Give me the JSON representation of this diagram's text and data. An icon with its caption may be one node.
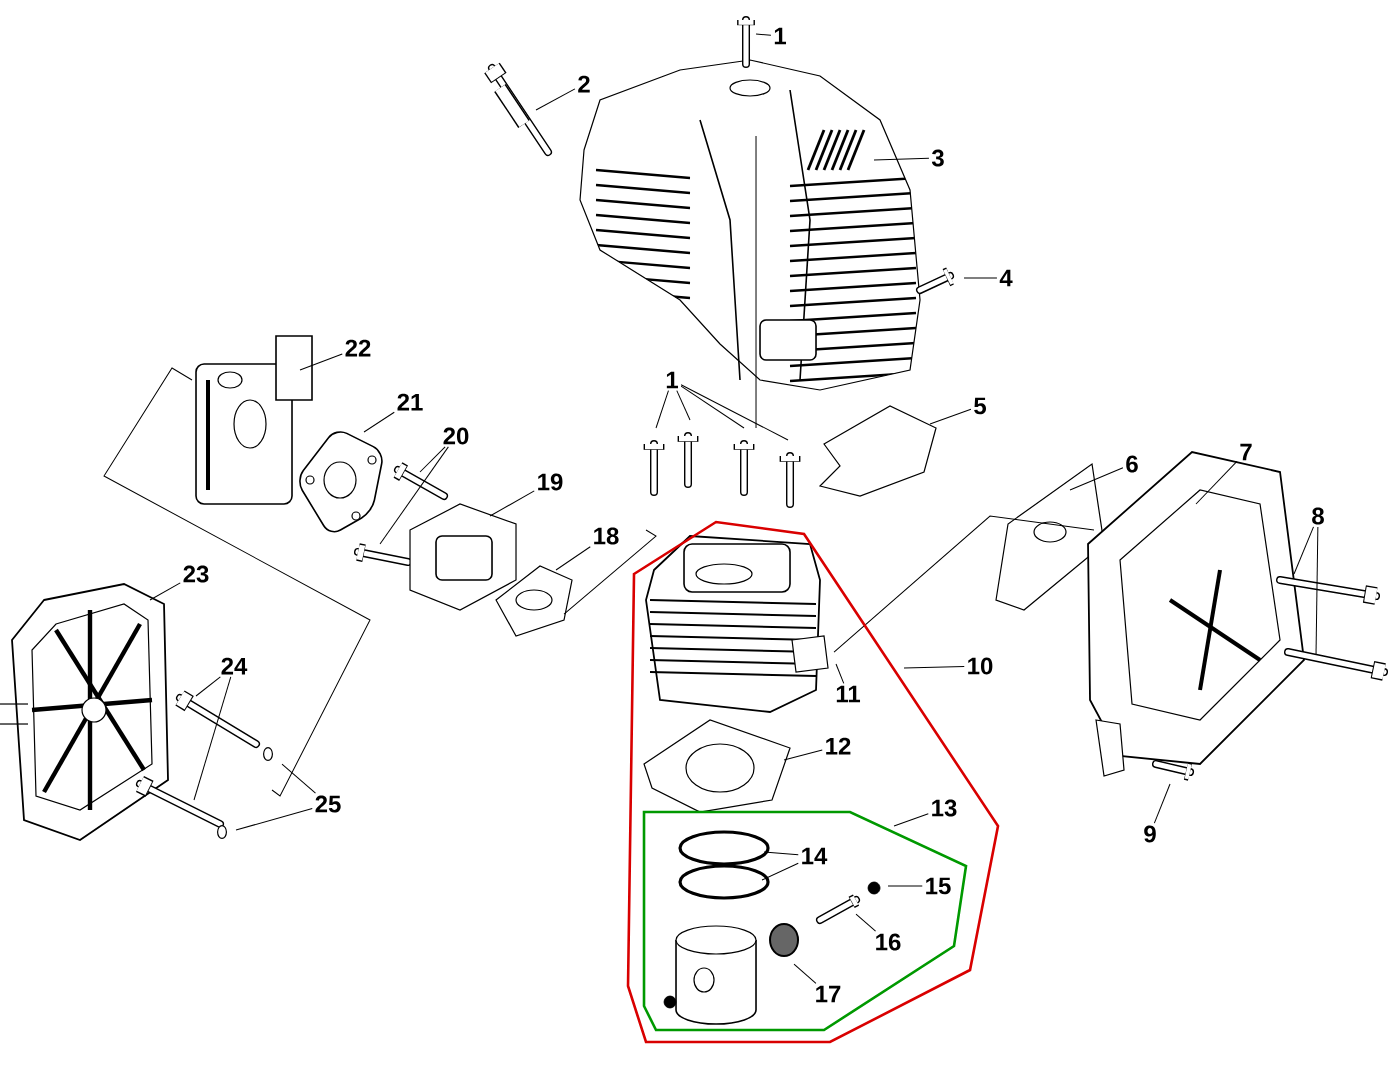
{
  "diagram": {
    "nodes": [
      {
        "text": [
          "1"
        ]
      },
      {
        "text": [
          "2"
        ]
      },
      {
        "text": [
          "3"
        ]
      },
      {
        "text": [
          "4"
        ]
      },
      {
        "text": [
          "22"
        ]
      },
      {
        "text": [
          "1"
        ]
      },
      {
        "text": [
          "21"
        ]
      },
      {
        "text": [
          "5"
        ]
      },
      {
        "text": [
          "20"
        ]
      },
      {
        "text": [
          "6"
        ]
      },
      {
        "text": [
          "7"
        ]
      },
      {
        "text": [
          "19"
        ]
      },
      {
        "text": [
          "8"
        ]
      },
      {
        "text": [
          "18"
        ]
      },
      {
        "text": [
          "23"
        ]
      },
      {
        "text": [],
        "shape": "polygon"
      },
      {
        "text": [
          "11"
        ],
        "in": 15
      },
      {
        "text": [
          "12"
        ],
        "in": 15
      },
      {
        "text": [],
        "shape": "polygon",
        "in": 15
      },
      {
        "text": [
          "14"
        ],
        "in": 18
      },
      {
        "text": [
          "15"
        ],
        "in": 18
      },
      {
        "text": [
          "16"
        ],
        "in": 18
      },
      {
        "text": [
          "17"
        ],
        "in": 18
      },
      {
        "text": [
          "24"
        ]
      },
      {
        "text": [
          "10"
        ]
      },
      {
        "text": [
          "13"
        ],
        "in": 15
      },
      {
        "text": [
          "25"
        ]
      },
      {
        "text": [
          "9"
        ]
      }
    ],
    "edges": [
      {
        "from": 0,
        "to": null,
        "arrow": "none"
      },
      {
        "from": 1,
        "to": null,
        "arrow": "none"
      },
      {
        "from": 2,
        "to": null,
        "arrow": "none"
      },
      {
        "from": 3,
        "to": null,
        "arrow": "none"
      },
      {
        "from": 4,
        "to": null,
        "arrow": "none"
      },
      {
        "from": 5,
        "to": null,
        "arrow": "none"
      },
      {
        "from": 5,
        "to": null,
        "arrow": "none"
      },
      {
        "from": 5,
        "to": null,
        "arrow": "none"
      },
      {
        "from": 5,
        "to": null,
        "arrow": "none"
      },
      {
        "from": 6,
        "to": null,
        "arrow": "none"
      },
      {
        "from": 7,
        "to": null,
        "arrow": "none"
      },
      {
        "from": 8,
        "to": null,
        "arrow": "none"
      },
      {
        "from": 8,
        "to": null,
        "arrow": "none"
      },
      {
        "from": 9,
        "to": null,
        "arrow": "none"
      },
      {
        "from": 10,
        "to": null,
        "arrow": "none"
      },
      {
        "from": 11,
        "to": null,
        "arrow": "none"
      },
      {
        "from": 12,
        "to": null,
        "arrow": "none"
      },
      {
        "from": 12,
        "to": null,
        "arrow": "none"
      },
      {
        "from": 13,
        "to": null,
        "arrow": "none"
      },
      {
        "from": 14,
        "to": null,
        "arrow": "none"
      },
      {
        "from": 16,
        "to": null,
        "arrow": "none"
      },
      {
        "from": 17,
        "to": null,
        "arrow": "none"
      },
      {
        "from": 19,
        "to": null,
        "arrow": "none"
      },
      {
        "from": 19,
        "to": null,
        "arrow": "none"
      },
      {
        "from": 20,
        "to": null,
        "arrow": "none"
      },
      {
        "from": 21,
        "to": null,
        "arrow": "none"
      },
      {
        "from": 22,
        "to": null,
        "arrow": "none"
      },
      {
        "from": 23,
        "to": null,
        "arrow": "none"
      },
      {
        "from": 23,
        "to": null,
        "arrow": "none"
      },
      {
        "from": 24,
        "to": 15,
        "arrow": "none"
      },
      {
        "from": 25,
        "to": 18,
        "arrow": "none"
      },
      {
        "from": 26,
        "to": null,
        "arrow": "none"
      },
      {
        "from": 26,
        "to": null,
        "arrow": "none"
      },
      {
        "from": 27,
        "to": null,
        "arrow": "none"
      }
    ]
  }
}
